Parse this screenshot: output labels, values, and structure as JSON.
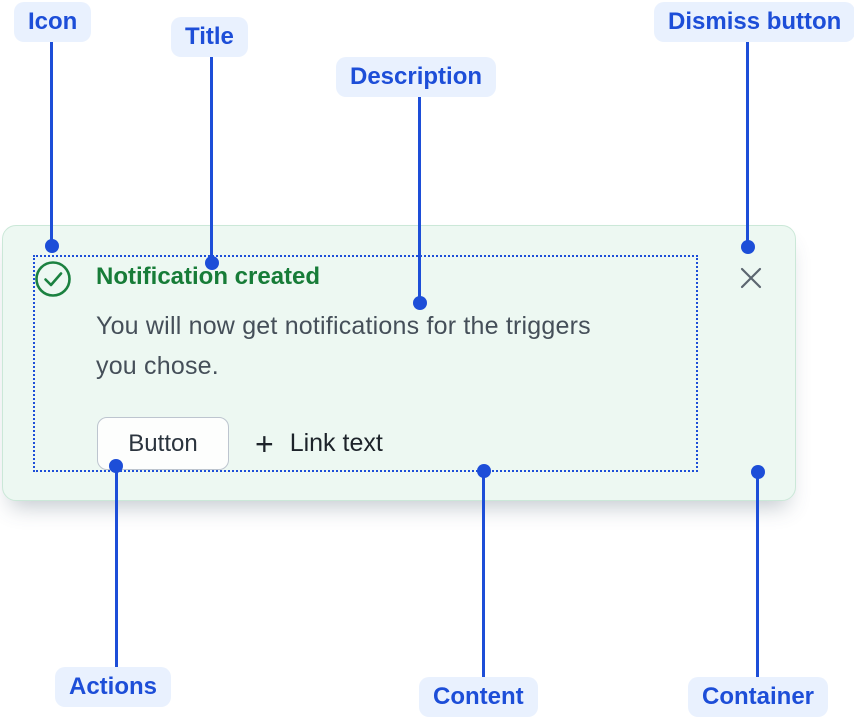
{
  "annotations": {
    "icon": {
      "label": "Icon"
    },
    "title": {
      "label": "Title"
    },
    "description": {
      "label": "Description"
    },
    "dismiss": {
      "label": "Dismiss button"
    },
    "actions": {
      "label": "Actions"
    },
    "content": {
      "label": "Content"
    },
    "container": {
      "label": "Container"
    }
  },
  "flag": {
    "title": "Notification created",
    "description_lines": [
      "You will now get notifications for the triggers",
      "you chose."
    ],
    "actions": {
      "button": "Button",
      "plus_glyph": "+",
      "link": "Link text"
    },
    "icons": {
      "success": "check-circle-icon",
      "dismiss": "cross-icon",
      "link_prefix": "plus-icon"
    }
  },
  "colors": {
    "annotation_blue": "#1D4ED8",
    "annotation_pill_bg": "#E9F1FE",
    "success_green_title": "#177C38",
    "success_green_icon": "#1B8140",
    "card_bg": "#EDF8F2",
    "card_border": "#CBE8D8",
    "description_text": "#454F59",
    "action_text": "#1D232A",
    "button_border": "#BDC5CF",
    "dismiss_gray": "#5C6670"
  }
}
